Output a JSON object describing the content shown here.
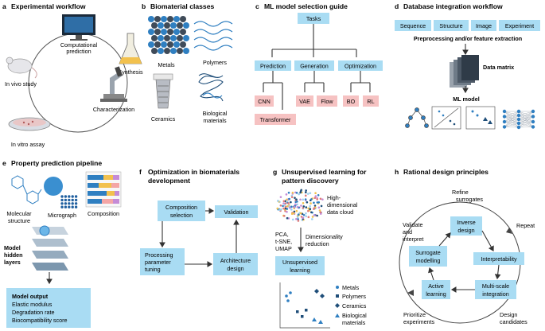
{
  "panels": {
    "a": {
      "letter": "a",
      "title": "Experimental workflow",
      "steps": [
        "Computational",
        "prediction",
        "Synthesis",
        "Characterization",
        "In vitro assay",
        "In vivo study"
      ]
    },
    "b": {
      "letter": "b",
      "title": "Biomaterial classes",
      "classes": [
        "Metals",
        "Polymers",
        "Ceramics",
        "Biological",
        "materials"
      ]
    },
    "c": {
      "letter": "c",
      "title": "ML model selection guide",
      "root": "Tasks",
      "categories": [
        "Prediction",
        "Generation",
        "Optimization"
      ],
      "models": [
        "CNN",
        "Transformer",
        "VAE",
        "Flow",
        "BO",
        "RL"
      ]
    },
    "d": {
      "letter": "d",
      "title": "Database integration workflow",
      "inputs": [
        "Sequence",
        "Structure",
        "Image",
        "Experiment"
      ],
      "step": "Preprocessing and/or feature extraction",
      "matrix": "Data matrix",
      "model": "ML model"
    },
    "e": {
      "letter": "e",
      "title": "Property prediction pipeline",
      "inputs": [
        "Molecular",
        "structure",
        "Micrograph",
        "Composition"
      ],
      "hidden": [
        "Model",
        "hidden",
        "layers"
      ],
      "output_title": "Model output",
      "outputs": [
        "Elastic modulus",
        "Degradation rate",
        "Biocompatibility score"
      ]
    },
    "f": {
      "letter": "f",
      "title_lines": [
        "Optimization in biomaterials",
        "development"
      ],
      "boxes": [
        "Composition",
        "selection",
        "Processing",
        "parameter",
        "tuning",
        "Validation",
        "Architecture",
        "design"
      ]
    },
    "g": {
      "letter": "g",
      "title_lines": [
        "Unsupervised learning for",
        "pattern discovery"
      ],
      "cloud": [
        "High-",
        "dimensional",
        "data cloud"
      ],
      "methods": [
        "PCA,",
        "t-SNE,",
        "UMAP"
      ],
      "reduction": [
        "Dimensionality",
        "reduction"
      ],
      "box": [
        "Unsupervised",
        "learning"
      ],
      "legend": [
        "Metals",
        "Polymers",
        "Ceramics",
        "Biological",
        "materials"
      ]
    },
    "h": {
      "letter": "h",
      "title": "Rational design principles",
      "outer": [
        "Refine",
        "surrogates",
        "Repeat",
        "Design",
        "candidates",
        "Prioritize",
        "experiments",
        "Validate",
        "and",
        "interpret"
      ],
      "inner": [
        "Inverse",
        "design",
        "Interpretability",
        "Multi-scale",
        "integration",
        "Active",
        "learning",
        "Surrogate",
        "modelling"
      ]
    }
  },
  "colors": {
    "box": "#a9dcf3",
    "pink": "#f6c2c2",
    "navy": "#1f4e79",
    "blue": "#2f7fc1"
  }
}
